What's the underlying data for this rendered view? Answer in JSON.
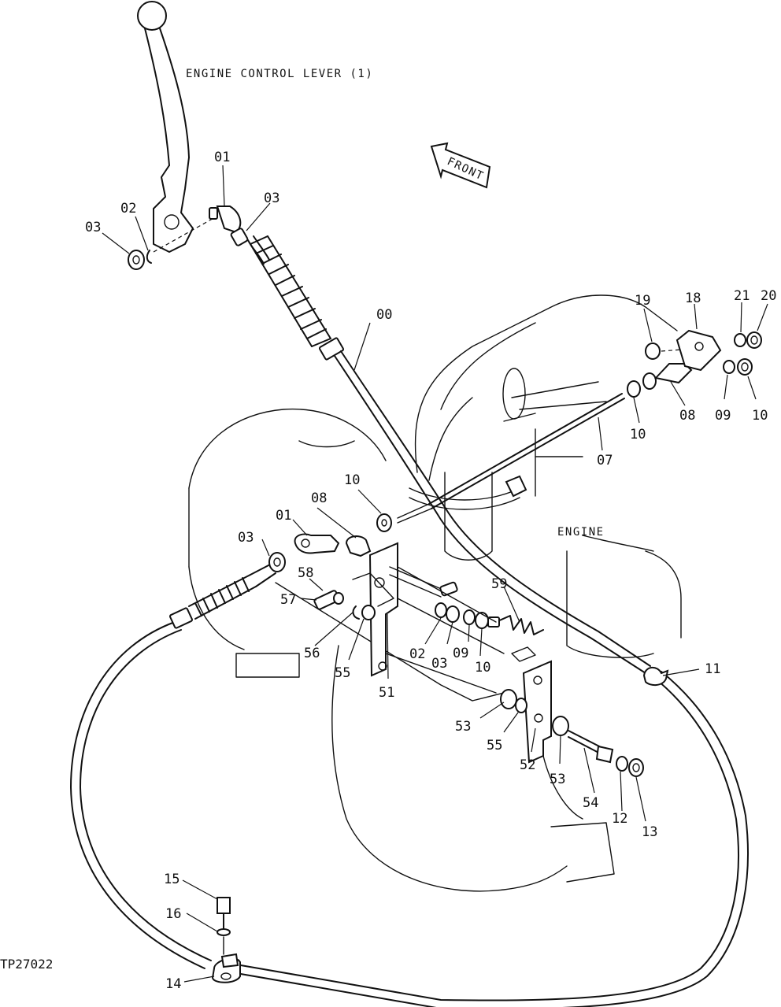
{
  "title": "ENGINE CONTROL LEVER (1)",
  "front_label": "FRONT",
  "engine_label": "ENGINE",
  "figure_ref": "TP27022",
  "callouts": {
    "c00": "00",
    "c01a": "01",
    "c01b": "01",
    "c02a": "02",
    "c02b": "02",
    "c03a": "03",
    "c03b": "03",
    "c03c": "03",
    "c03d": "03",
    "c07": "07",
    "c08a": "08",
    "c08b": "08",
    "c09a": "09",
    "c09b": "09",
    "c10a": "10",
    "c10b": "10",
    "c10c": "10",
    "c10d": "10",
    "c11": "11",
    "c12": "12",
    "c13": "13",
    "c14": "14",
    "c15": "15",
    "c16": "16",
    "c18": "18",
    "c19": "19",
    "c20": "20",
    "c21": "21",
    "c51": "51",
    "c52": "52",
    "c53a": "53",
    "c53b": "53",
    "c54": "54",
    "c55a": "55",
    "c55b": "55",
    "c56": "56",
    "c57": "57",
    "c58": "58",
    "c59": "59"
  }
}
